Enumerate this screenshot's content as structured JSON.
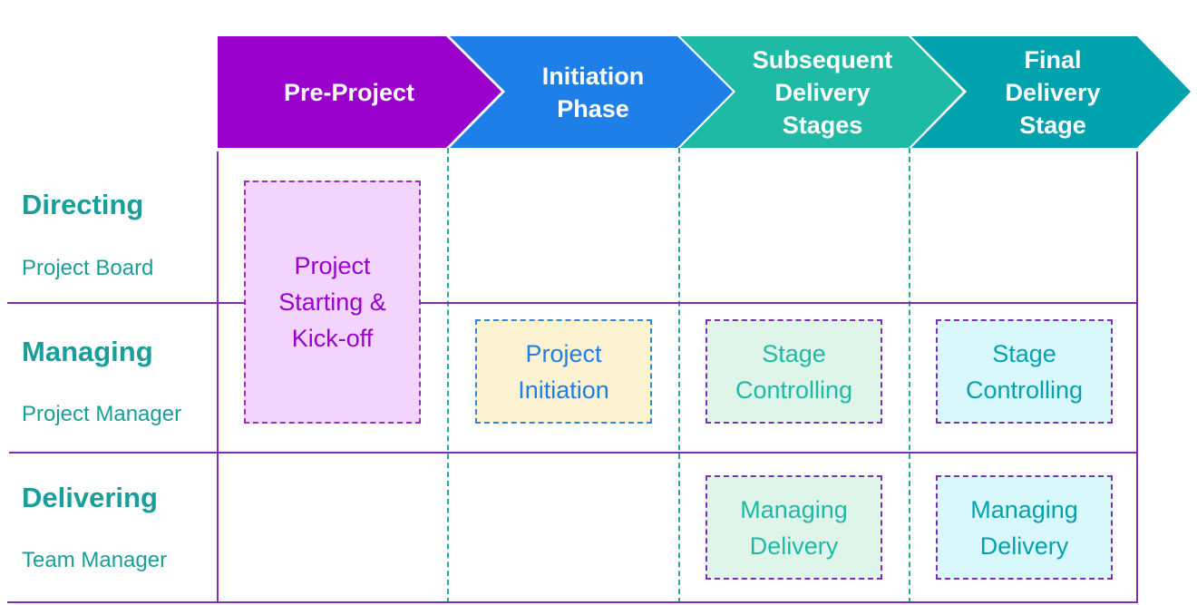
{
  "phases": [
    {
      "label": "Pre-Project",
      "color": "#9900cc"
    },
    {
      "label": "Initiation\nPhase",
      "color": "#1e7fe8"
    },
    {
      "label": "Subsequent\nDelivery\nStages",
      "color": "#1fbaa6"
    },
    {
      "label": "Final\nDelivery\nStage",
      "color": "#00a3ad"
    }
  ],
  "rows": [
    {
      "title": "Directing",
      "subtitle": "Project Board"
    },
    {
      "title": "Managing",
      "subtitle": "Project Manager"
    },
    {
      "title": "Delivering",
      "subtitle": "Team Manager"
    }
  ],
  "boxes": {
    "pre_project": {
      "label": "Project\nStarting &\nKick-off",
      "text_color": "#9900cc",
      "fill": "#f2d4fc",
      "border": "#9b2fc2"
    },
    "initiation": {
      "label": "Project\nInitiation",
      "text_color": "#1e7fe8",
      "fill": "#fdf3d3",
      "border": "#2f86e0"
    },
    "subsequent_controlling": {
      "label": "Stage\nControlling",
      "text_color": "#1fbaa6",
      "fill": "#dff5ea",
      "border": "#7a2fb5"
    },
    "final_controlling": {
      "label": "Stage\nControlling",
      "text_color": "#00a3ad",
      "fill": "#d9f8fc",
      "border": "#7a2fb5"
    },
    "subsequent_delivery": {
      "label": "Managing\nDelivery",
      "text_color": "#1fbaa6",
      "fill": "#dff5ea",
      "border": "#7a2fb5"
    },
    "final_delivery": {
      "label": "Managing\nDelivery",
      "text_color": "#00a3ad",
      "fill": "#d9f8fc",
      "border": "#7a2fb5"
    }
  }
}
